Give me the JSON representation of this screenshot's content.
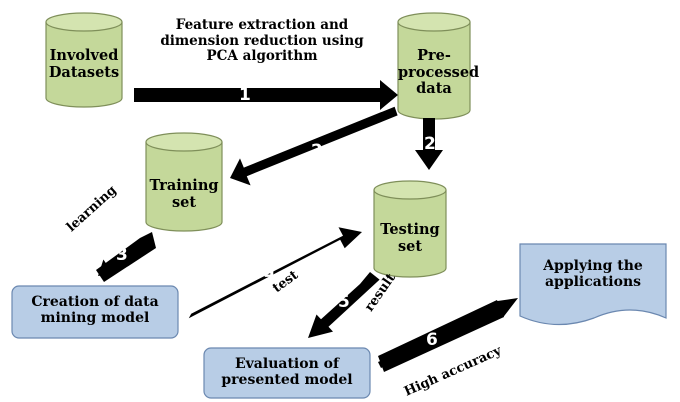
{
  "nodes": {
    "involved_datasets": "Involved\nDatasets",
    "preprocessed_data": "Pre-\nprocessed\ndata",
    "training_set": "Training\nset",
    "testing_set": "Testing\nset",
    "creation_model": "Creation of data\nmining model",
    "evaluation_model": "Evaluation of\npresented model",
    "applying_apps": "Applying the\napplications"
  },
  "edges": {
    "e1": {
      "number": "1",
      "label": "Feature extraction and\ndimension reduction using\nPCA algorithm"
    },
    "e2a": {
      "number": "2"
    },
    "e2b": {
      "number": "2"
    },
    "e3": {
      "number": "3",
      "label": "learning"
    },
    "e4": {
      "number": "4",
      "label": "test"
    },
    "e5": {
      "number": "5",
      "label": "result"
    },
    "e6": {
      "number": "6",
      "label": "High accuracy"
    }
  },
  "colors": {
    "cylinder_fill": "#c4d89a",
    "cylinder_stroke": "#7f8f5a",
    "box_fill": "#b8cde6",
    "box_stroke": "#6b88b0",
    "arrow": "#000000"
  }
}
